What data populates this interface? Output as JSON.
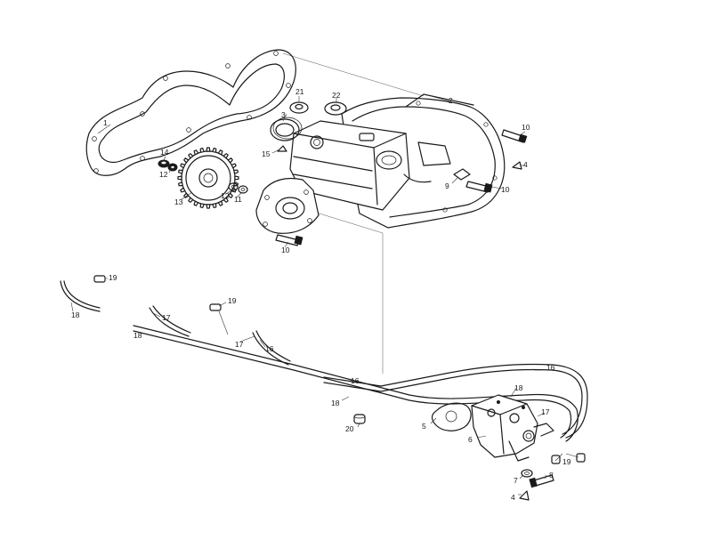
{
  "diagram": {
    "callouts": [
      {
        "id": "c1",
        "label": "1"
      },
      {
        "id": "c2",
        "label": "2"
      },
      {
        "id": "c3",
        "label": "3"
      },
      {
        "id": "c4a",
        "label": "4"
      },
      {
        "id": "c4b",
        "label": "4"
      },
      {
        "id": "c5",
        "label": "5"
      },
      {
        "id": "c6",
        "label": "6"
      },
      {
        "id": "c7",
        "label": "7"
      },
      {
        "id": "c8",
        "label": "8"
      },
      {
        "id": "c9",
        "label": "9"
      },
      {
        "id": "c10a",
        "label": "10"
      },
      {
        "id": "c10b",
        "label": "10"
      },
      {
        "id": "c10c",
        "label": "10"
      },
      {
        "id": "c11",
        "label": "11"
      },
      {
        "id": "c12a",
        "label": "12"
      },
      {
        "id": "c12b",
        "label": "12"
      },
      {
        "id": "c13",
        "label": "13"
      },
      {
        "id": "c14",
        "label": "14"
      },
      {
        "id": "c15",
        "label": "15"
      },
      {
        "id": "c16a",
        "label": "16"
      },
      {
        "id": "c16b",
        "label": "16"
      },
      {
        "id": "c16c",
        "label": "16"
      },
      {
        "id": "c17a",
        "label": "17"
      },
      {
        "id": "c17b",
        "label": "17"
      },
      {
        "id": "c17c",
        "label": "17"
      },
      {
        "id": "c18a",
        "label": "18"
      },
      {
        "id": "c18b",
        "label": "18"
      },
      {
        "id": "c18c",
        "label": "18"
      },
      {
        "id": "c18d",
        "label": "18"
      },
      {
        "id": "c19a",
        "label": "19"
      },
      {
        "id": "c19b",
        "label": "19"
      },
      {
        "id": "c19c",
        "label": "19"
      },
      {
        "id": "c20",
        "label": "20"
      },
      {
        "id": "c21",
        "label": "21"
      },
      {
        "id": "c22",
        "label": "22"
      }
    ]
  }
}
